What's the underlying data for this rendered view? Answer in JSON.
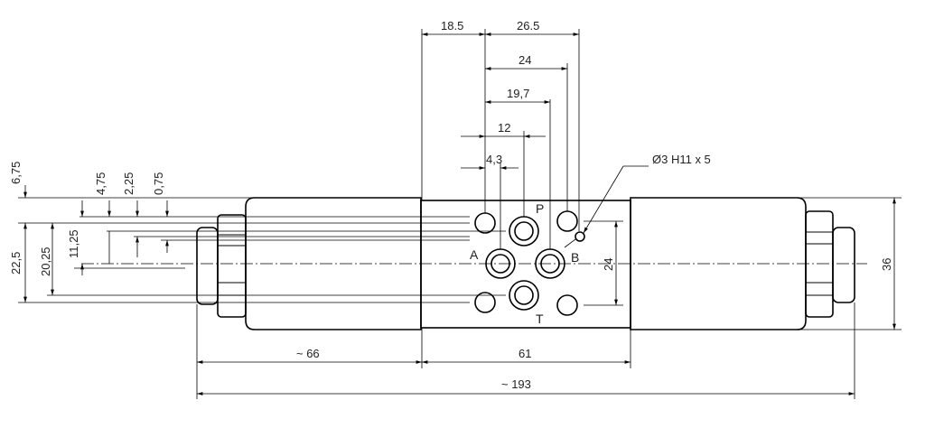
{
  "dimensions": {
    "top": [
      "18.5",
      "26.5",
      "24",
      "19,7",
      "12",
      "4,3"
    ],
    "left_rotated": [
      "6,75",
      "4,75",
      "2,25",
      "0,75",
      "22,5",
      "20,25",
      "11,25"
    ],
    "right_rotated": [
      "24",
      "36"
    ],
    "bottom": [
      "~ 66",
      "61",
      "~ 193"
    ],
    "hole_callout": "Ø3 H11 x 5"
  },
  "ports": [
    "P",
    "A",
    "B",
    "T"
  ]
}
